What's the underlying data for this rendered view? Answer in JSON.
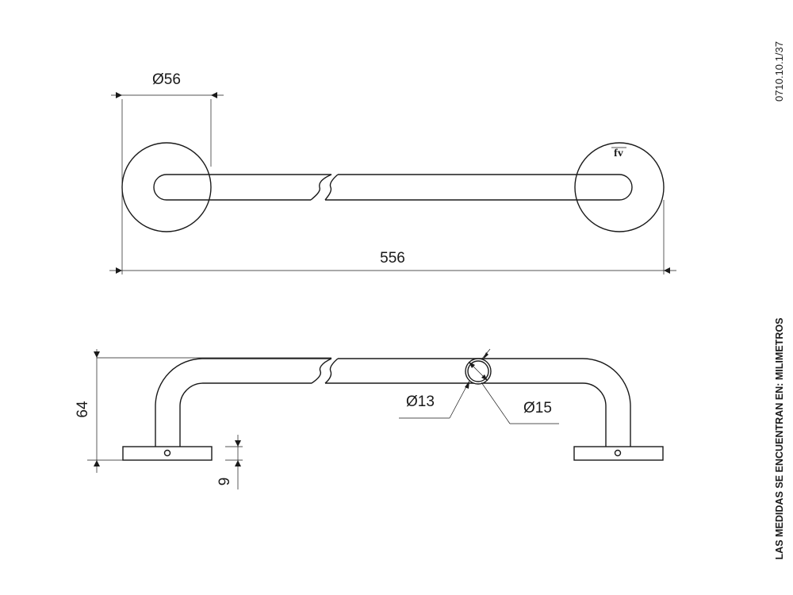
{
  "top_view": {
    "flange_diameter_label": "Ø56",
    "overall_length_label": "556",
    "logo_text": "fv"
  },
  "side_view": {
    "height_label": "64",
    "plate_thickness_label": "9",
    "inner_diameter_label": "Ø13",
    "outer_diameter_label": "Ø15"
  },
  "margin_notes": {
    "reference_code": "0710.10.1/37",
    "units_note": "LAS MEDIDAS SE ENCUENTRAN EN: MILIMETROS"
  }
}
